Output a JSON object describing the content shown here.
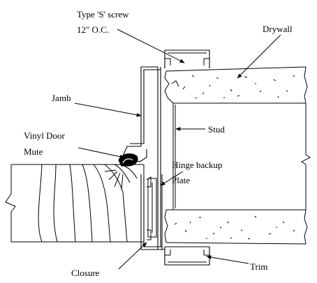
{
  "labels": {
    "screw_line1": "Type 'S' screw",
    "screw_line2": "12\" O.C.",
    "drywall": "Drywall",
    "jamb": "Jamb",
    "stud": "Stud",
    "mute_line1": "Vinyl Door",
    "mute_line2": "Mute",
    "hinge_line1": "Hinge backup",
    "hinge_line2": "Plate",
    "closure": "Closure",
    "trim": "Trim"
  }
}
